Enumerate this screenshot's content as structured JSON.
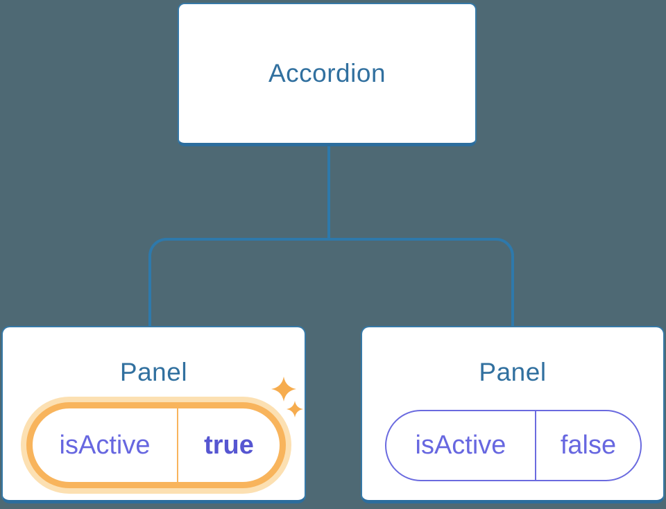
{
  "diagram": {
    "root": {
      "label": "Accordion"
    },
    "panels": [
      {
        "title": "Panel",
        "state": {
          "key": "isActive",
          "value": "true"
        },
        "highlighted": true,
        "icon": "sparkles-icon"
      },
      {
        "title": "Panel",
        "state": {
          "key": "isActive",
          "value": "false"
        },
        "highlighted": false
      }
    ]
  },
  "colors": {
    "background": "#4E6974",
    "line_blue": "#2E79AB",
    "node_border": "#3679A7",
    "node_border_bottom": "#2C6D9D",
    "title_text": "#31709F",
    "state_text": "#6767E0",
    "state_value_active": "#5656D1",
    "state_border_active": "#F8B45C",
    "state_glow": "#FCE0B2",
    "state_border_inactive": "#6A6ADF",
    "sparkle": "#F6AC4E"
  }
}
